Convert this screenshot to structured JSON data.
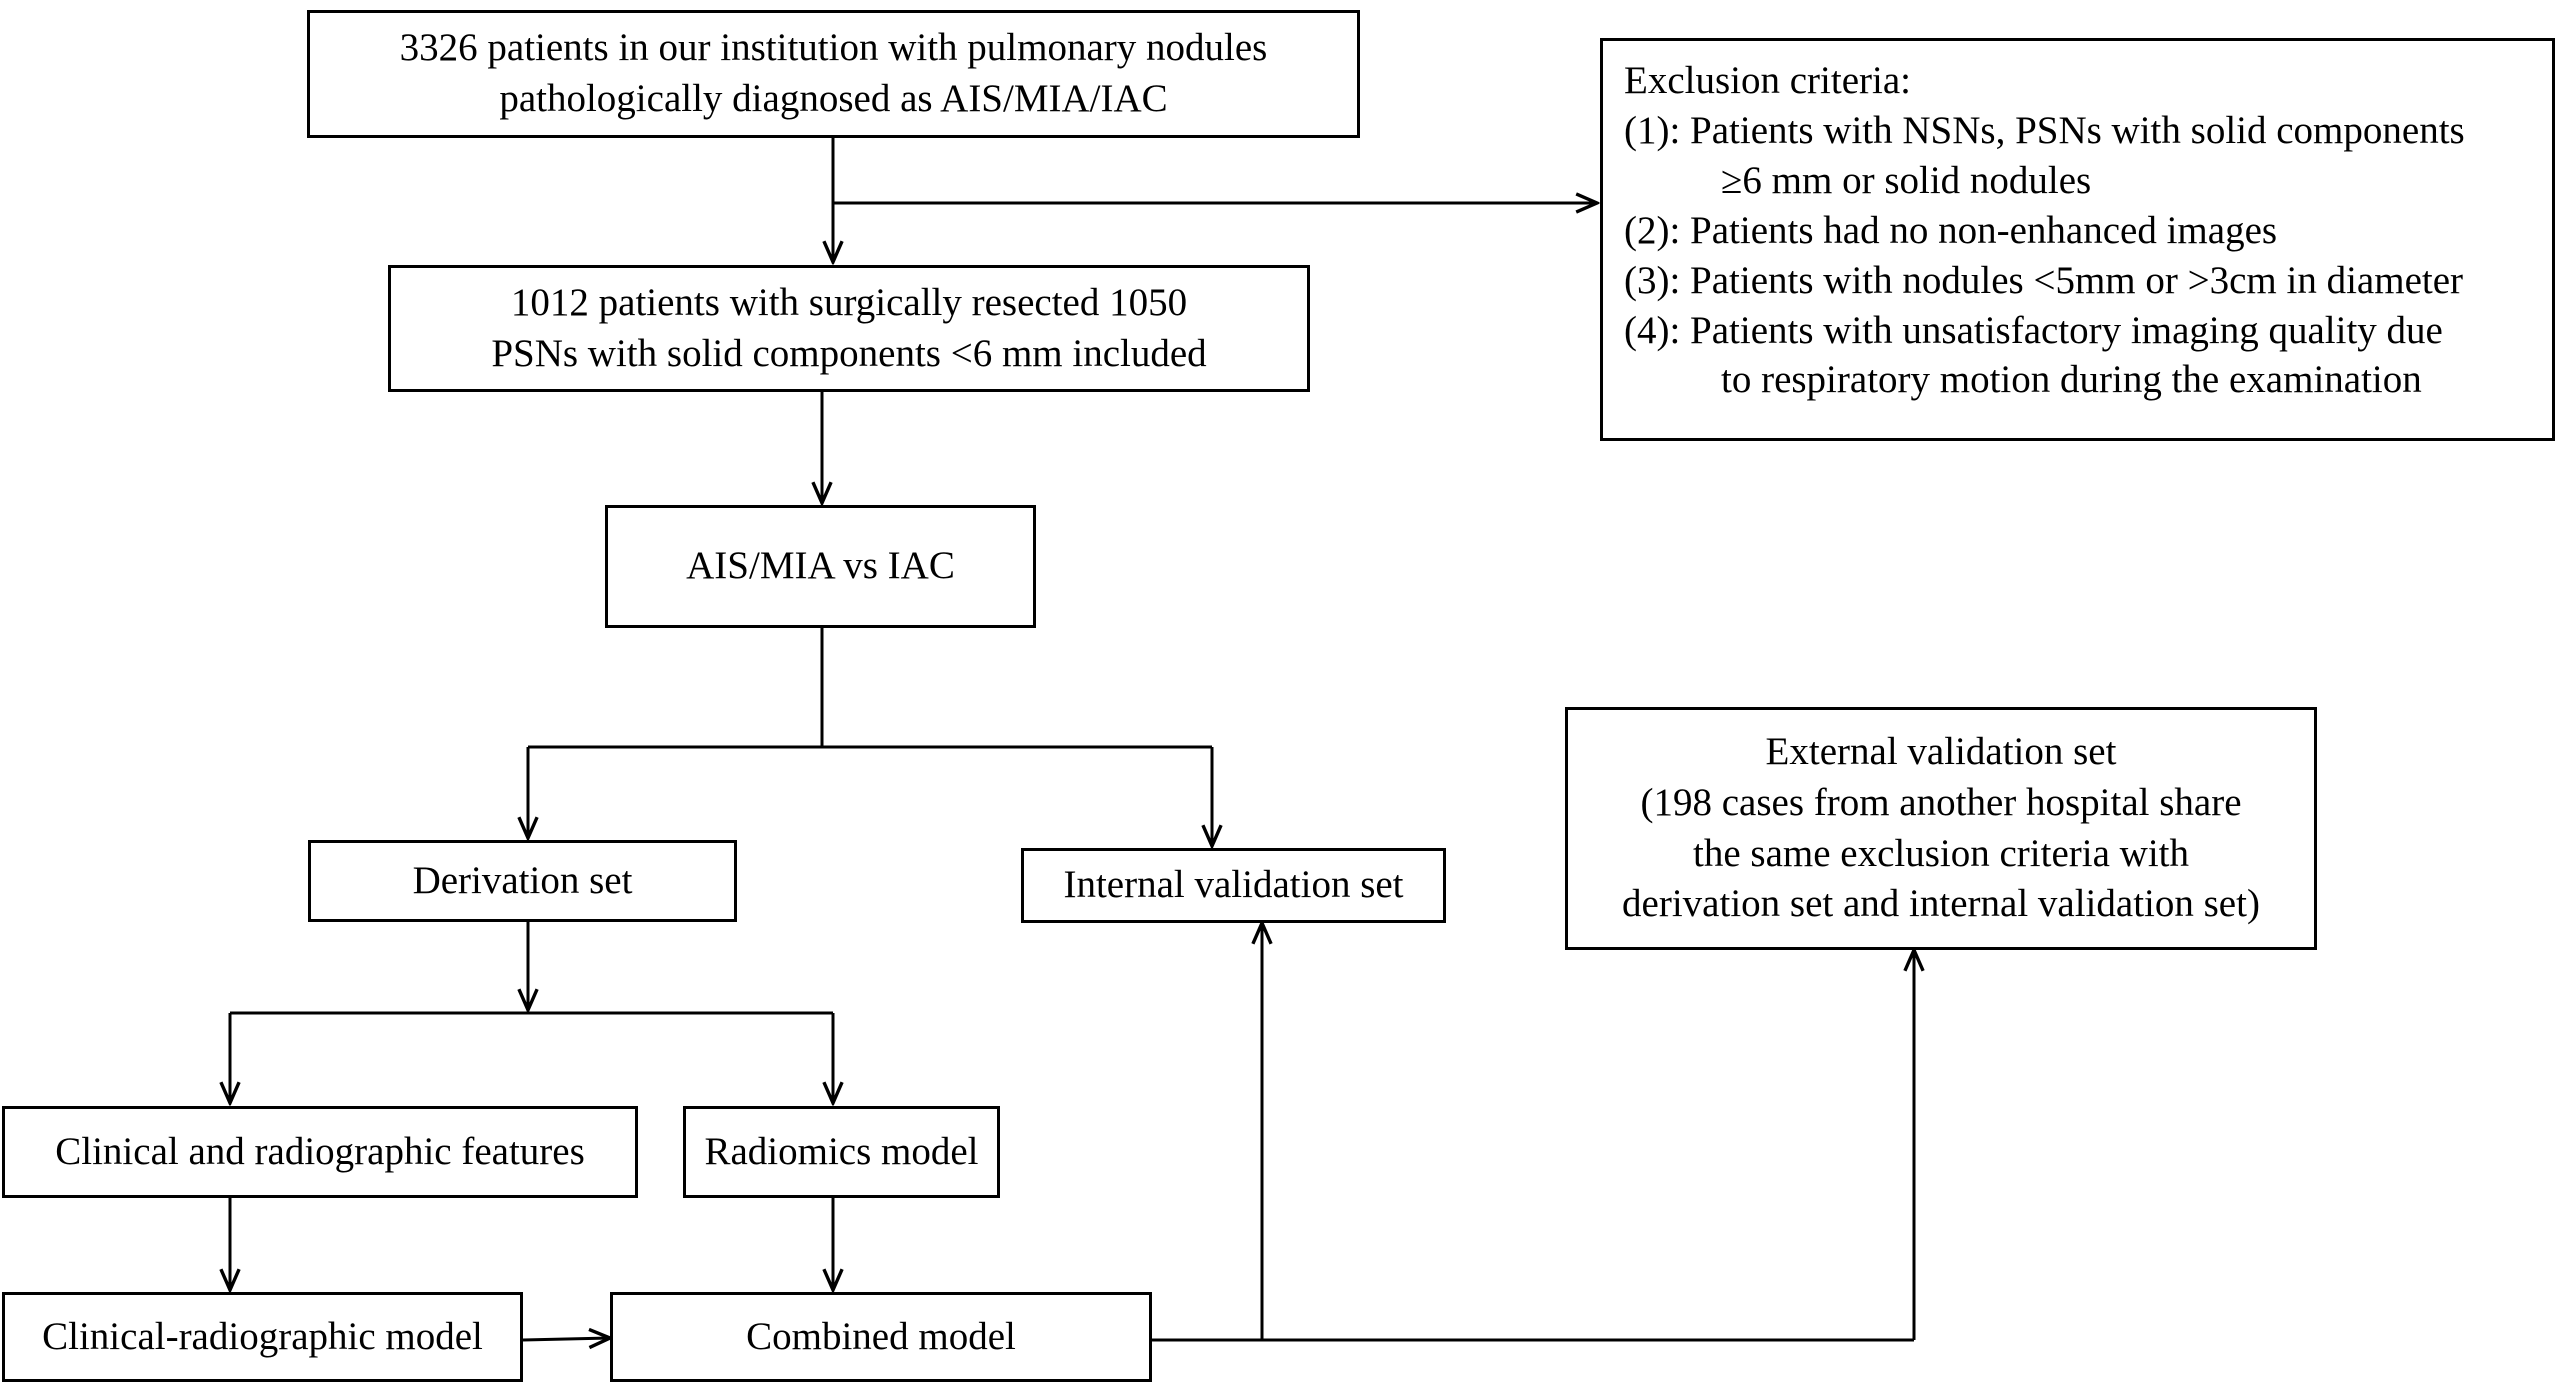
{
  "boxes": {
    "patients": {
      "line1": "3326 patients in our institution with pulmonary nodules",
      "line2": "pathologically diagnosed as AIS/MIA/IAC"
    },
    "exclusion": {
      "title": "Exclusion criteria:",
      "item1": "(1): Patients with NSNs, PSNs with solid components",
      "item1_cont": "≥6 mm or solid nodules",
      "item2": "(2): Patients had no non-enhanced images",
      "item3": "(3): Patients with nodules <5mm or >3cm in diameter",
      "item4": "(4): Patients with unsatisfactory imaging quality due",
      "item4_cont": "to respiratory motion during the examination"
    },
    "included": {
      "line1": "1012 patients with surgically resected 1050",
      "line2": "PSNs with solid components <6 mm included"
    },
    "comparison": {
      "label": "AIS/MIA vs IAC"
    },
    "derivation": {
      "label": "Derivation set"
    },
    "internal": {
      "label": "Internal validation set"
    },
    "external": {
      "line1": "External validation set",
      "line2": "(198 cases from another hospital share",
      "line3": "the same exclusion criteria with",
      "line4": "derivation set and  internal validation set)"
    },
    "clinical_features": {
      "label": "Clinical and radiographic features"
    },
    "radiomics": {
      "label": "Radiomics model"
    },
    "clinical_model": {
      "label": "Clinical-radiographic model"
    },
    "combined": {
      "label": "Combined model"
    }
  }
}
